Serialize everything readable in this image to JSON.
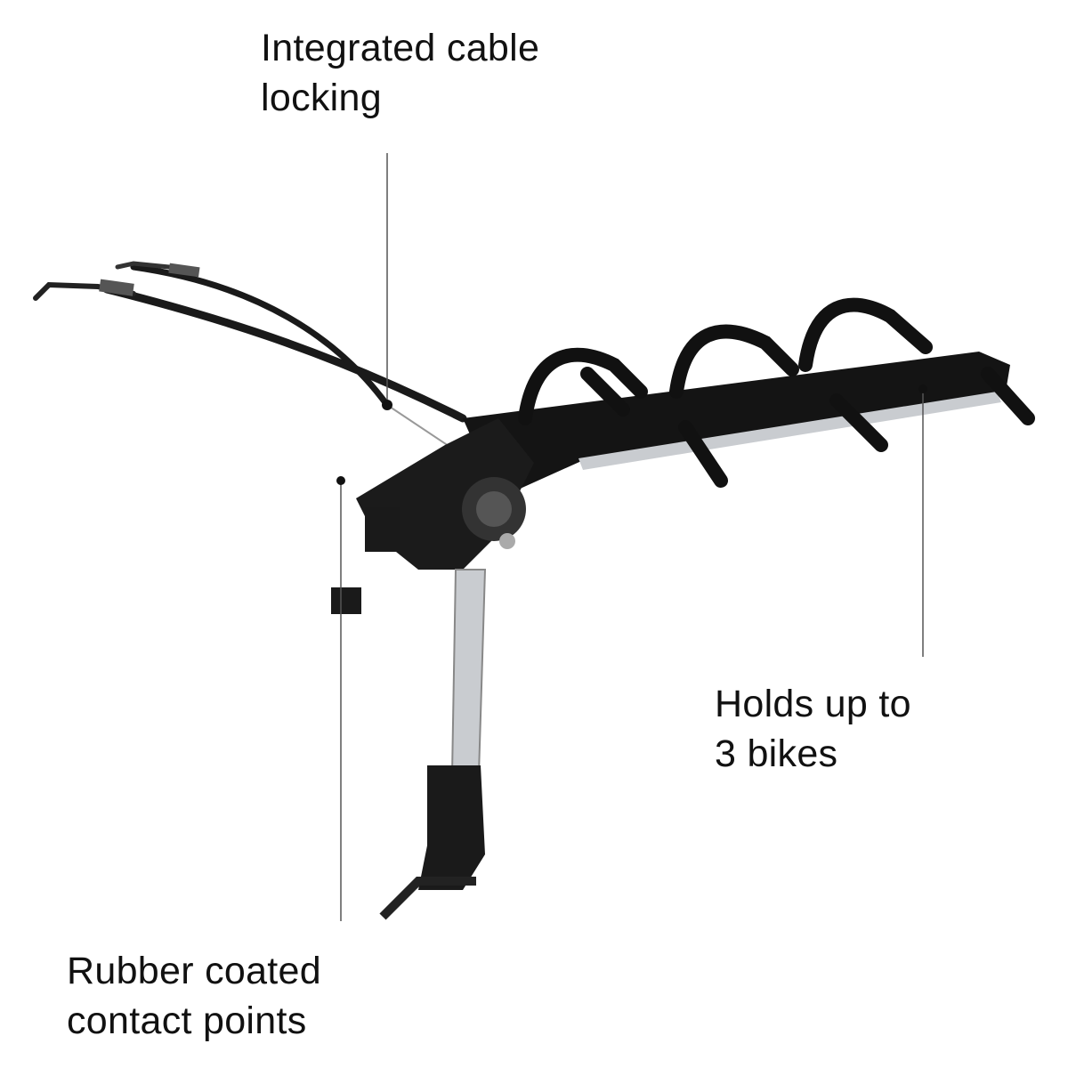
{
  "annotations": {
    "cable": {
      "line1": "Integrated cable",
      "line2": "locking"
    },
    "holds": {
      "line1": "Holds up to",
      "line2": "3 bikes"
    },
    "rubber": {
      "line1": "Rubber coated",
      "line2": "contact points"
    }
  },
  "colors": {
    "text": "#111111",
    "rack": "#141414",
    "silver": "#c9ccd0",
    "line": "#555555"
  }
}
